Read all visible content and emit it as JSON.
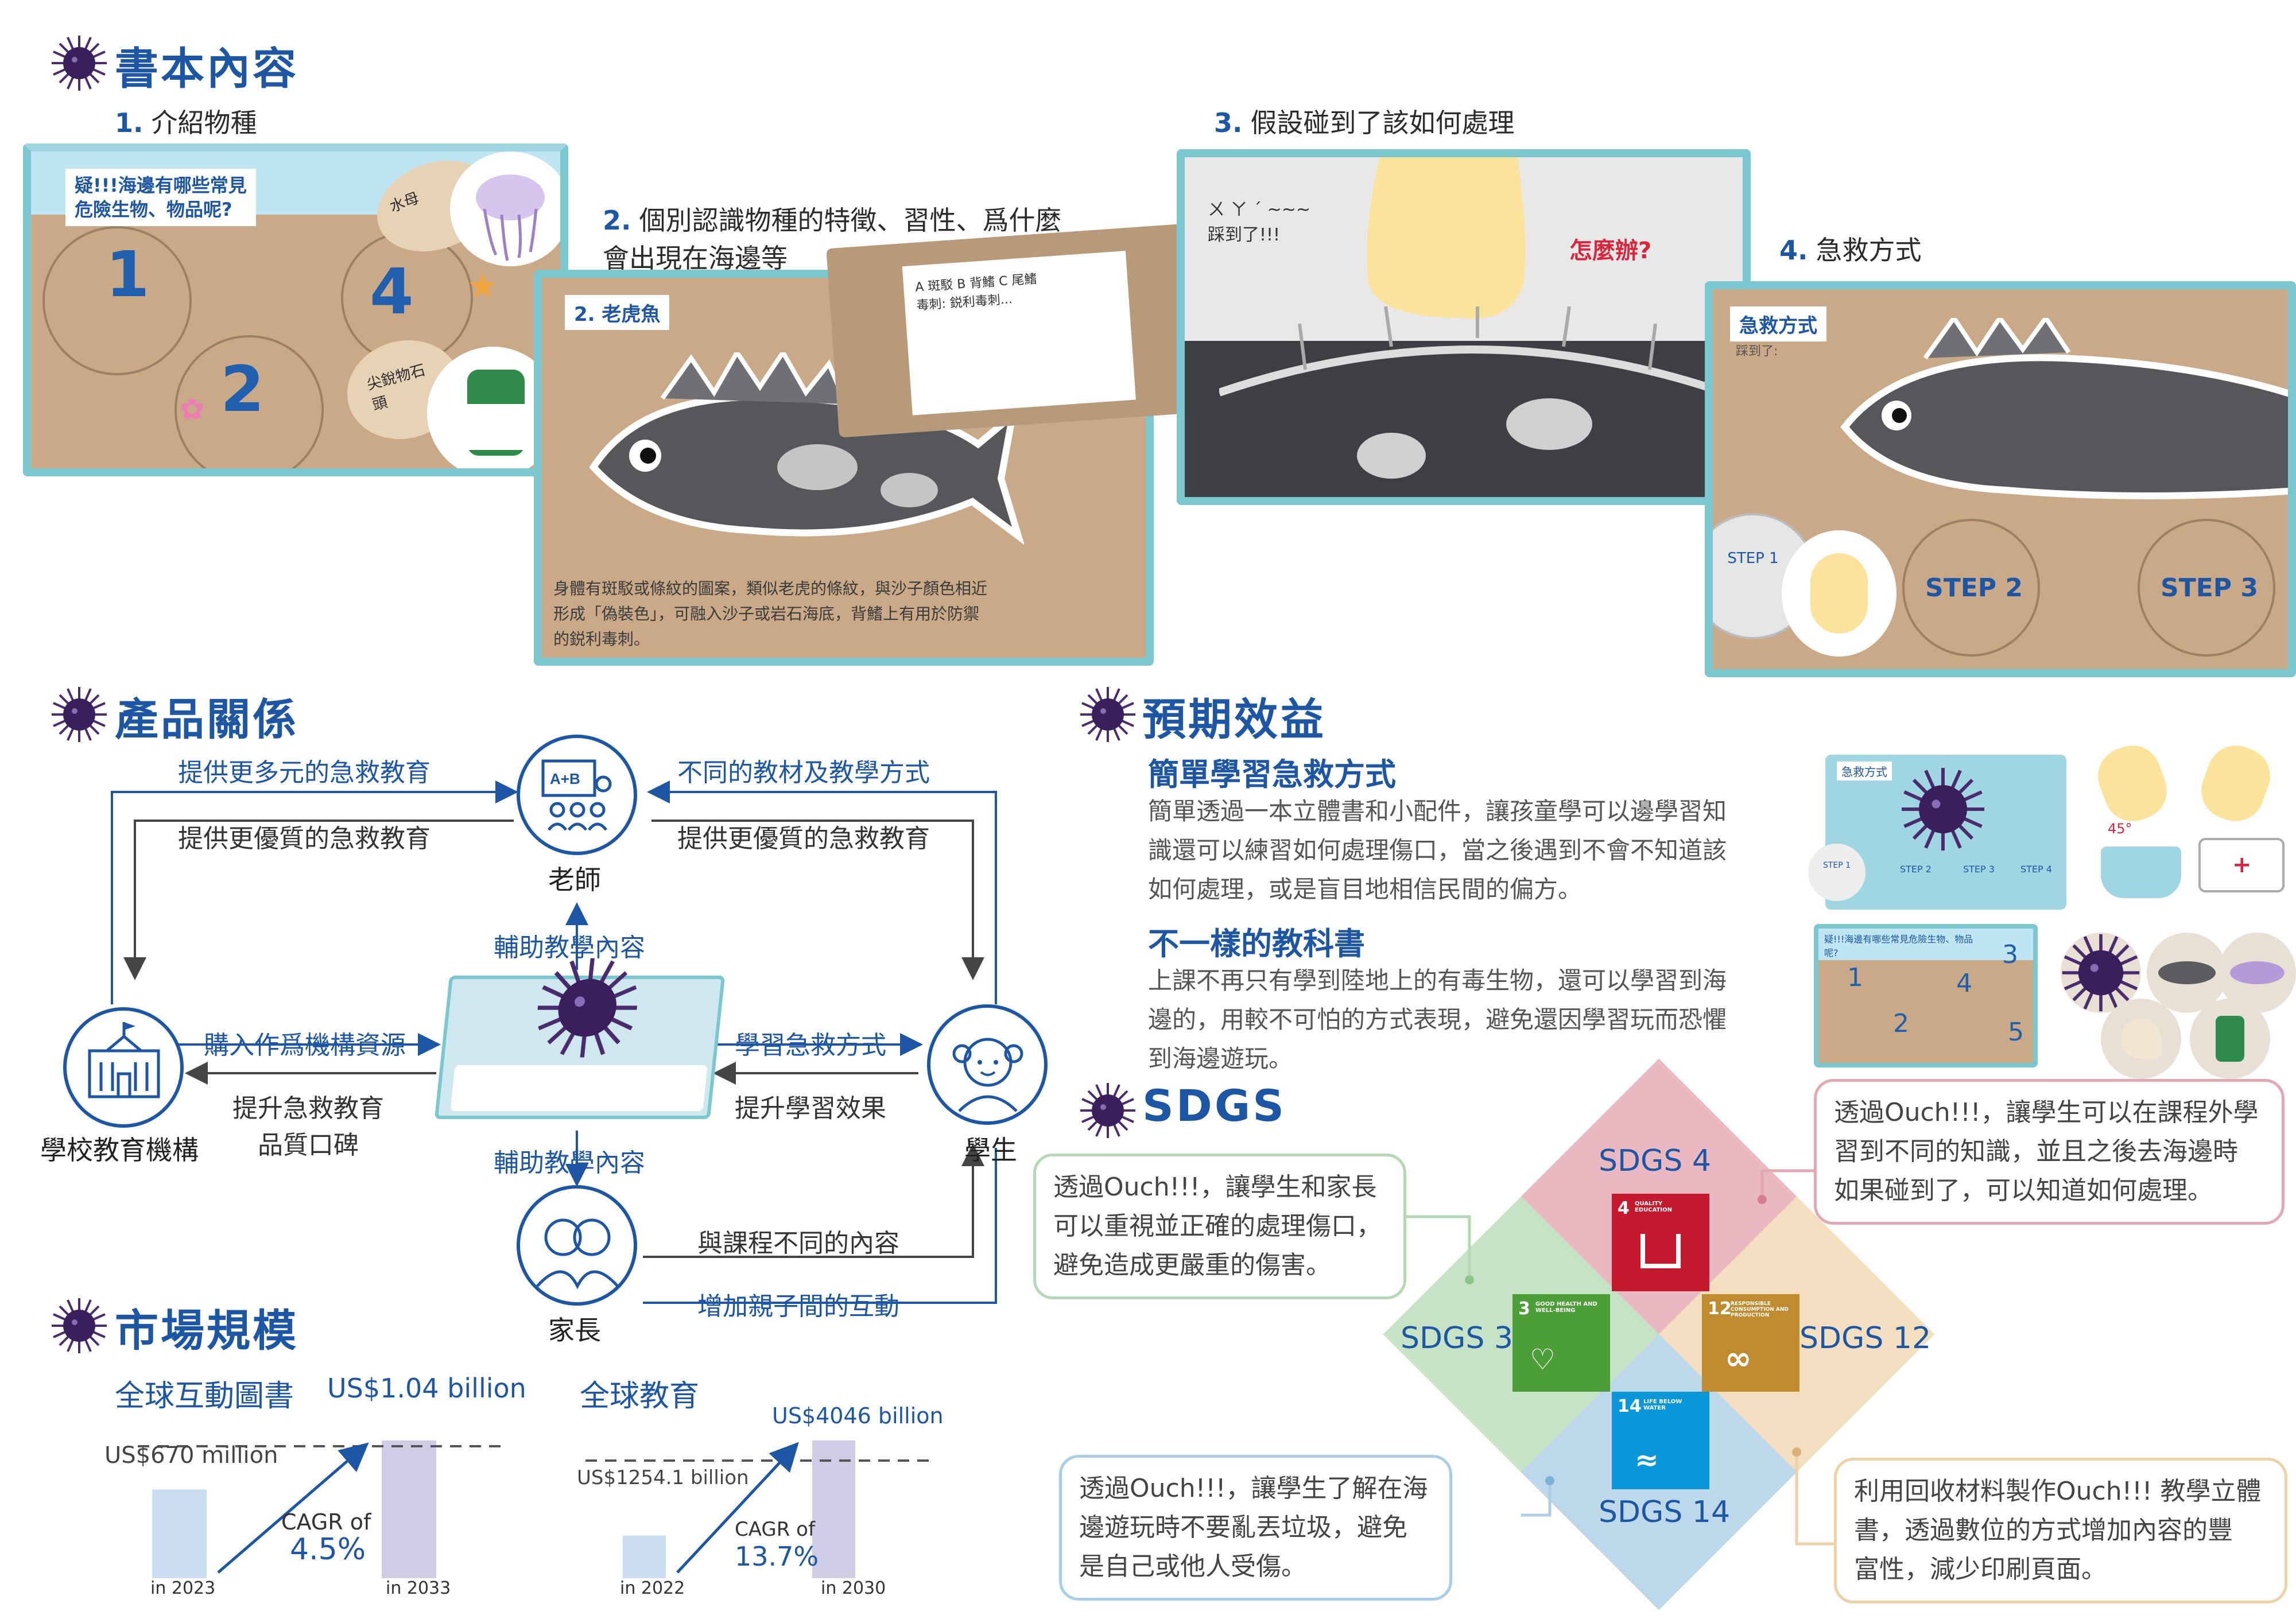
{
  "sections": {
    "book": "書本內容",
    "relation": "產品關係",
    "benefit": "預期效益",
    "sdgs": "SDGS",
    "market": "市場規模"
  },
  "book": {
    "steps": [
      {
        "num": "1.",
        "label": "介紹物種"
      },
      {
        "num": "2.",
        "label": "個別認識物種的特徵、習性、爲什麼",
        "label2": "會出現在海邊等"
      },
      {
        "num": "3.",
        "label": "假設碰到了該如何處理"
      },
      {
        "num": "4.",
        "label": "急救方式"
      }
    ],
    "panel1": {
      "question": "疑!!!海邊有哪些常見",
      "question2": "危險生物、物品呢?",
      "n1": "1",
      "n2": "2",
      "n4": "4",
      "tag1": "水母",
      "tag2": "尖銳物石頭"
    },
    "panel2": {
      "title": "2. 老虎魚",
      "caption": "身體有斑駁或條紋的圖案，類似老虎的條紋，與沙子顏色相近形成「偽裝色」，可融入沙子或岩石海底，背鰭上有用於防禦的鋭利毒刺。"
    },
    "panel3": {
      "text1": "ㄨ ㄚ ˊ ~~~",
      "text2": "踩到了!!!",
      "question": "怎麼辦?"
    },
    "panel4": {
      "title": "急救方式",
      "sub": "踩到了:",
      "step1": "STEP 1",
      "step2": "STEP 2",
      "step3": "STEP 3"
    }
  },
  "relation": {
    "teacher": "老師",
    "school": "學校教育機構",
    "student": "學生",
    "parent": "家長",
    "t_school_top": "提供更多元的急救教育",
    "t_school_bottom": "提供更優質的急救教育",
    "t_student_top": "不同的教材及教學方式",
    "t_student_bottom": "提供更優質的急救教育",
    "assist_up": "輔助教學內容",
    "assist_down": "輔助教學內容",
    "school_in": "購入作爲機構資源",
    "school_out1": "提升急救教育",
    "school_out2": "品質口碑",
    "student_in": "學習急救方式",
    "student_out": "提升學習效果",
    "parent_top": "與課程不同的內容",
    "parent_bottom": "增加親子間的互動",
    "teacher_icon_text": "A+B"
  },
  "benefit": {
    "h1": "簡單學習急救方式",
    "p1": [
      "簡單透過一本立體書和小配件，讓孩童學可以邊學習知",
      "識還可以練習如何處理傷口，當之後遇到不會不知道該",
      "如何處理，或是盲目地相信民間的偏方。"
    ],
    "h2": "不一樣的教科書",
    "p2": [
      "上課不再只有學到陸地上的有毒生物，還可以學習到海",
      "邊的，用較不可怕的方式表現，避免還因學習玩而恐懼",
      "到海邊遊玩。"
    ],
    "thumb1": {
      "title": "急救方式",
      "step1": "STEP 1",
      "step2": "STEP 2",
      "step3": "STEP 3",
      "step4": "STEP 4",
      "deg": "45°"
    },
    "thumb2": {
      "q": "疑!!!海邊有哪些常見危險生物、物品呢?",
      "n1": "1",
      "n2": "2",
      "n3": "3",
      "n4": "4",
      "n5": "5"
    }
  },
  "sdgs": {
    "sdg4": "SDGS 4",
    "sdg3": "SDGS 3",
    "sdg12": "SDGS 12",
    "sdg14": "SDGS 14",
    "icon4": {
      "num": "4",
      "text": "QUALITY EDUCATION"
    },
    "icon3": {
      "num": "3",
      "text": "GOOD HEALTH AND WELL-BEING"
    },
    "icon12": {
      "num": "12",
      "text": "RESPONSIBLE CONSUMPTION AND PRODUCTION"
    },
    "icon14": {
      "num": "14",
      "text": "LIFE BELOW WATER"
    },
    "c1": [
      "透過Ouch!!!，讓學生和家長",
      "可以重視並正確的處理傷口，",
      "避免造成更嚴重的傷害。"
    ],
    "c2": [
      "透過Ouch!!!，讓學生可以在課程外學",
      "習到不同的知識，並且之後去海邊時",
      "如果碰到了，可以知道如何處理。"
    ],
    "c3": [
      "透過Ouch!!!，讓學生了解在海",
      "邊遊玩時不要亂丟垃圾，避免",
      "是自己或他人受傷。"
    ],
    "c4": [
      "利用回收材料製作Ouch!!! 教學立體",
      "書，透過數位的方式增加內容的豐",
      "富性，減少印刷頁面。"
    ],
    "colors": {
      "sdg4": "#e9b8c0",
      "sdg3": "#c7e3c6",
      "sdg12": "#f3dfbf",
      "sdg14": "#bcd8ea"
    }
  },
  "market": {
    "m1": {
      "title": "全球互動圖書",
      "start": "US$670 million",
      "end": "US$1.04 billion",
      "cagr_label": "CAGR of",
      "cagr": "4.5%",
      "y1": "in 2023",
      "y2": "in 2033"
    },
    "m2": {
      "title": "全球教育",
      "start": "US$1254.1 billion",
      "end": "US$4046 billion",
      "cagr_label": "CAGR of",
      "cagr": "13.7%",
      "y1": "in 2022",
      "y2": "in 2030"
    }
  },
  "chart_data": [
    {
      "type": "bar",
      "title": "全球互動圖書",
      "categories": [
        "in 2023",
        "in 2033"
      ],
      "values": [
        670,
        1040
      ],
      "unit": "US$ million",
      "cagr": "4.5%"
    },
    {
      "type": "bar",
      "title": "全球教育",
      "categories": [
        "in 2022",
        "in 2030"
      ],
      "values": [
        1254.1,
        4046
      ],
      "unit": "US$ billion",
      "cagr": "13.7%"
    }
  ]
}
